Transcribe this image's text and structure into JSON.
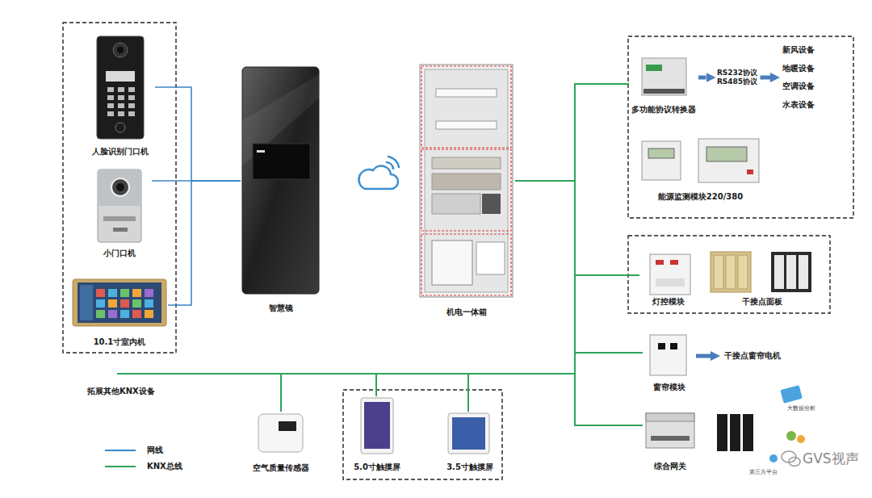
{
  "diagram": {
    "nodes": [
      {
        "text": [
          "人脸识别门口机"
        ]
      },
      {
        "text": [
          "小门口机"
        ]
      },
      {
        "text": [
          "10.1寸室内机"
        ]
      },
      {
        "text": [
          "智慧镜"
        ]
      },
      {
        "text": [
          "机电一体箱"
        ]
      },
      {
        "text": [
          "多功能协议转换器"
        ]
      },
      {
        "text": [
          "RS232协议",
          "RS485协议"
        ]
      },
      {
        "text": [
          "新风设备",
          "地暖设备",
          "空调设备",
          "水表设备"
        ]
      },
      {
        "text": [
          "能源监测模块220/380"
        ]
      },
      {
        "text": [
          "灯控模块"
        ]
      },
      {
        "text": [
          "干接点面板"
        ]
      },
      {
        "text": [
          "窗帘模块"
        ]
      },
      {
        "text": [
          "干接点窗帘电机"
        ]
      },
      {
        "text": [
          "综合网关"
        ]
      },
      {
        "text": [
          "空气质量传感器"
        ]
      },
      {
        "text": [
          "5.0寸触摸屏"
        ]
      },
      {
        "text": [
          "3.5寸触摸屏"
        ]
      }
    ],
    "edges": [
      {
        "from": 0,
        "to": 3,
        "arrow": "none"
      },
      {
        "from": 1,
        "to": 3,
        "arrow": "none"
      },
      {
        "from": 2,
        "to": 3,
        "arrow": "none"
      },
      {
        "from": 4,
        "to": 5,
        "arrow": "none"
      },
      {
        "from": 4,
        "to": 9,
        "arrow": "none"
      },
      {
        "from": 4,
        "to": 11,
        "arrow": "none"
      },
      {
        "from": 4,
        "to": 13,
        "arrow": "none"
      },
      {
        "from": 4,
        "to": 14,
        "arrow": "none"
      },
      {
        "from": 4,
        "to": 15,
        "arrow": "none"
      },
      {
        "from": 4,
        "to": 16,
        "arrow": "none"
      },
      {
        "from": 5,
        "to": 6,
        "arrow": "to"
      },
      {
        "from": 6,
        "to": 7,
        "arrow": "to"
      },
      {
        "from": 11,
        "to": 12,
        "arrow": "to"
      }
    ],
    "labels": [
      "大数据分析",
      "第三方平台",
      "拓展其他KNX设备",
      "GVS视声"
    ],
    "legend": [
      {
        "text": "网线"
      },
      {
        "text": "KNX总线"
      }
    ]
  }
}
